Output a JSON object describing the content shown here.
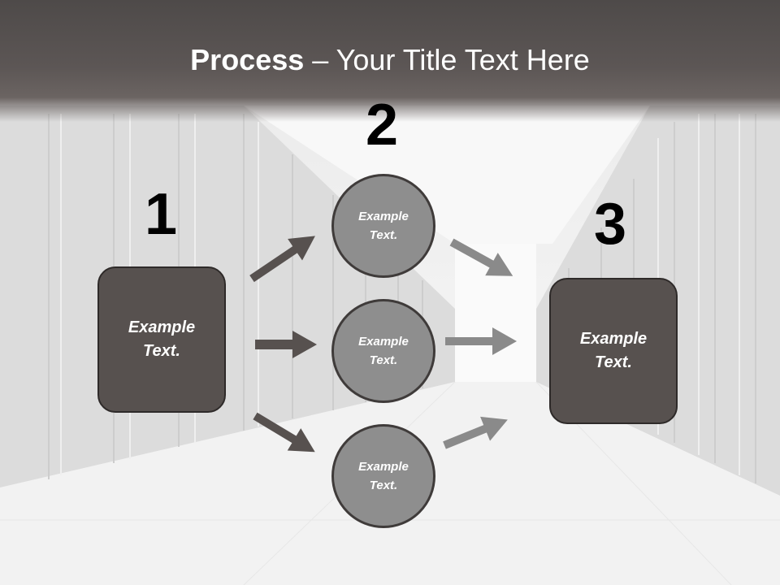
{
  "title": {
    "bold": "Process",
    "rest": " – Your Title Text Here"
  },
  "steps": {
    "n1": "1",
    "n2": "2",
    "n3": "3"
  },
  "box_left": {
    "line1": "Example",
    "line2": "Text."
  },
  "box_right": {
    "line1": "Example",
    "line2": "Text."
  },
  "circles": [
    {
      "line1": "Example",
      "line2": "Text."
    },
    {
      "line1": "Example",
      "line2": "Text."
    },
    {
      "line1": "Example",
      "line2": "Text."
    }
  ],
  "colors": {
    "header": "#57514f",
    "box": "#57514f",
    "circle": "#8e8e8e",
    "arrow_dark": "#57514f",
    "arrow_light": "#8a8a8a"
  }
}
